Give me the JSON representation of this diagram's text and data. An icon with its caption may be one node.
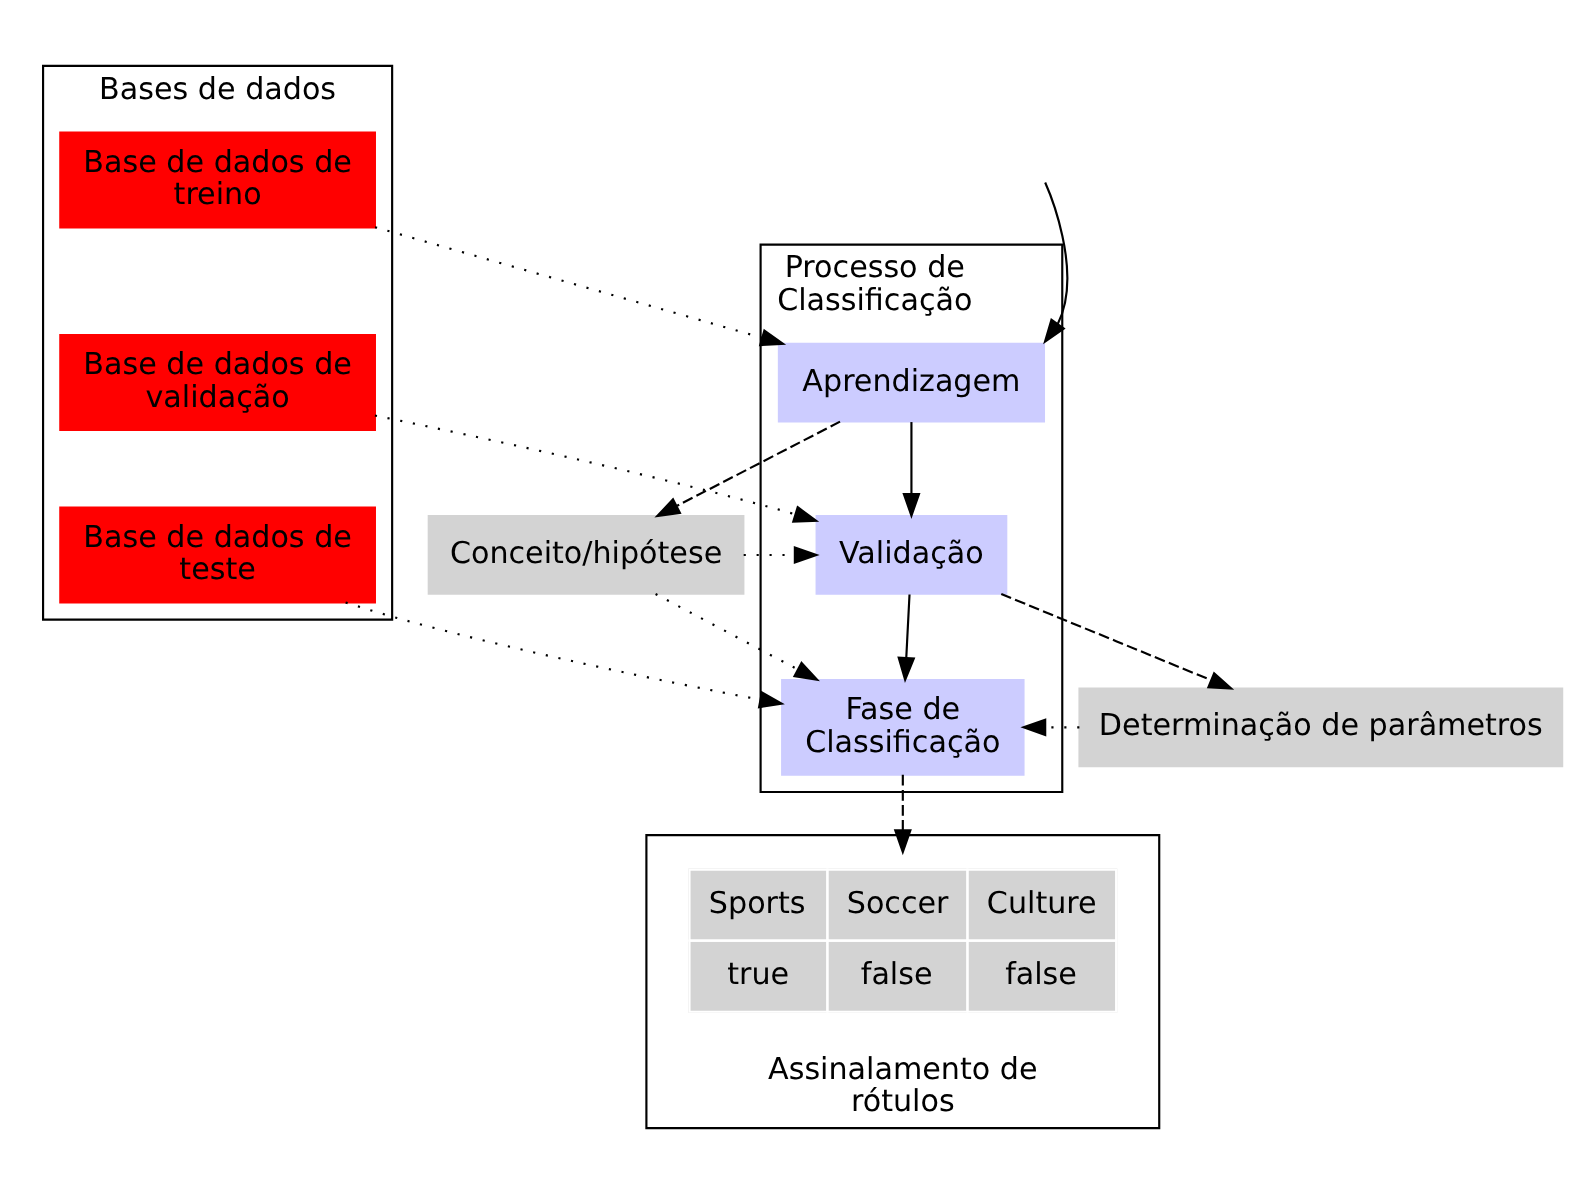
{
  "diagram": {
    "nodes": [
      {
        "text": [
          "Processo de Classificação"
        ]
      },
      {
        "text": [
          "Aprendizagem"
        ],
        "in": 0
      },
      {
        "text": [
          "Validação"
        ],
        "in": 0
      },
      {
        "text": [
          "Fase de Classificação"
        ],
        "in": 0
      },
      {
        "text": [
          "Conceito/hipótese"
        ]
      },
      {
        "text": [
          "Determinação de parâmetros"
        ]
      },
      {
        "text": [
          "Bases de dados"
        ]
      },
      {
        "text": [
          "Base de dados de treino"
        ],
        "in": 6
      },
      {
        "text": [
          "Base de dados de validação"
        ],
        "in": 6
      },
      {
        "text": [
          "Base de dados de teste"
        ],
        "in": 6
      },
      {
        "text": [
          "Assinalamento de rótulos"
        ]
      },
      {
        "text": [
          "Sports",
          "Soccer",
          "Culture",
          "true",
          "false",
          "false"
        ],
        "in": 10
      }
    ],
    "edges": [
      {
        "from": null,
        "to": 1,
        "arrow": "to"
      },
      {
        "from": 1,
        "to": 2,
        "arrow": "to"
      },
      {
        "from": 1,
        "to": 4,
        "arrow": "to",
        "style": "dashed"
      },
      {
        "from": 2,
        "to": 3,
        "arrow": "to"
      },
      {
        "from": 2,
        "to": 5,
        "arrow": "to",
        "style": "dashed"
      },
      {
        "from": 4,
        "to": 2,
        "arrow": "to",
        "style": "dashed"
      },
      {
        "from": 4,
        "to": 3,
        "arrow": "to",
        "style": "dashed"
      },
      {
        "from": 5,
        "to": 3,
        "arrow": "to",
        "style": "dashed"
      },
      {
        "from": 7,
        "to": 1,
        "arrow": "to",
        "style": "dashed"
      },
      {
        "from": 8,
        "to": 2,
        "arrow": "to",
        "style": "dashed"
      },
      {
        "from": 9,
        "to": 3,
        "arrow": "to",
        "style": "dashed"
      },
      {
        "from": 3,
        "to": 11,
        "arrow": "to",
        "style": "dashed"
      }
    ]
  }
}
